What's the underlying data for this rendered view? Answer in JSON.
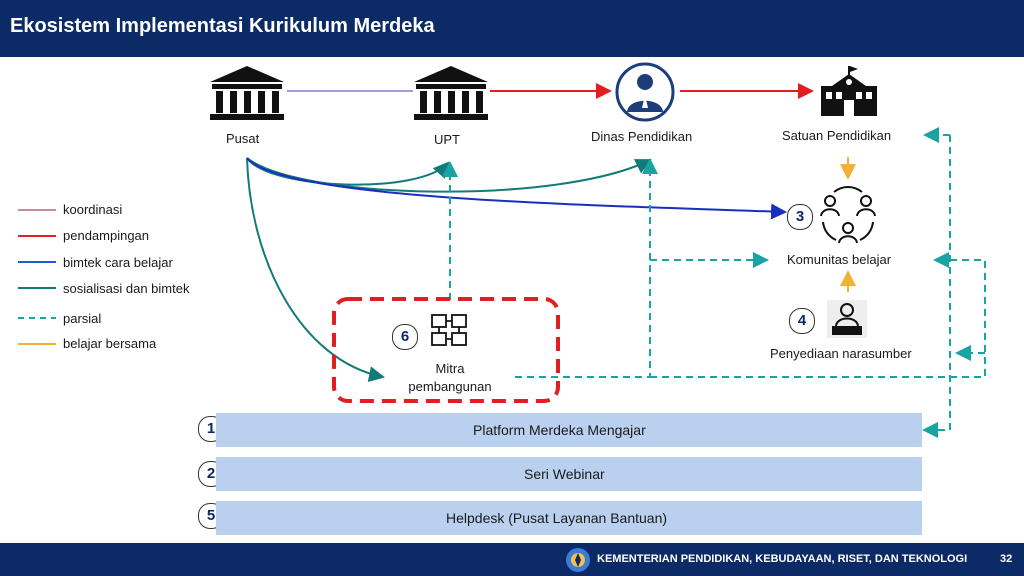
{
  "header": {
    "title": "Ekosistem Implementasi Kurikulum Merdeka"
  },
  "nodes": {
    "pusat": "Pusat",
    "upt": "UPT",
    "dinas": "Dinas Pendidikan",
    "satuan": "Satuan Pendidikan",
    "komunitas": "Komunitas belajar",
    "narasumber": "Penyediaan narasumber",
    "mitra": "Mitra\npembangunan"
  },
  "numbers": {
    "n1": "1",
    "n2": "2",
    "n3": "3",
    "n4": "4",
    "n5": "5",
    "n6": "6"
  },
  "legend": [
    {
      "label": "koordinasi",
      "color": "#c98a9b",
      "style": "solid"
    },
    {
      "label": "pendampingan",
      "color": "#e02020",
      "style": "solid"
    },
    {
      "label": "bimtek cara belajar",
      "color": "#1f5bd6",
      "style": "solid"
    },
    {
      "label": "sosialisasi dan bimtek",
      "color": "#137a7a",
      "style": "solid"
    },
    {
      "label": "parsial",
      "color": "#1aa3a3",
      "style": "dashed"
    },
    {
      "label": "belajar bersama",
      "color": "#f2b134",
      "style": "solid"
    }
  ],
  "bands": {
    "platform": "Platform Merdeka Mengajar",
    "webinar": "Seri Webinar",
    "helpdesk": "Helpdesk (Pusat Layanan Bantuan)"
  },
  "footer": {
    "ministry": "KEMENTERIAN PENDIDIKAN, KEBUDAYAAN, RISET, DAN TEKNOLOGI",
    "page": "32"
  },
  "colors": {
    "navy": "#0b2a66",
    "band": "#b9d1ee",
    "mitraBox": "#e02020"
  }
}
